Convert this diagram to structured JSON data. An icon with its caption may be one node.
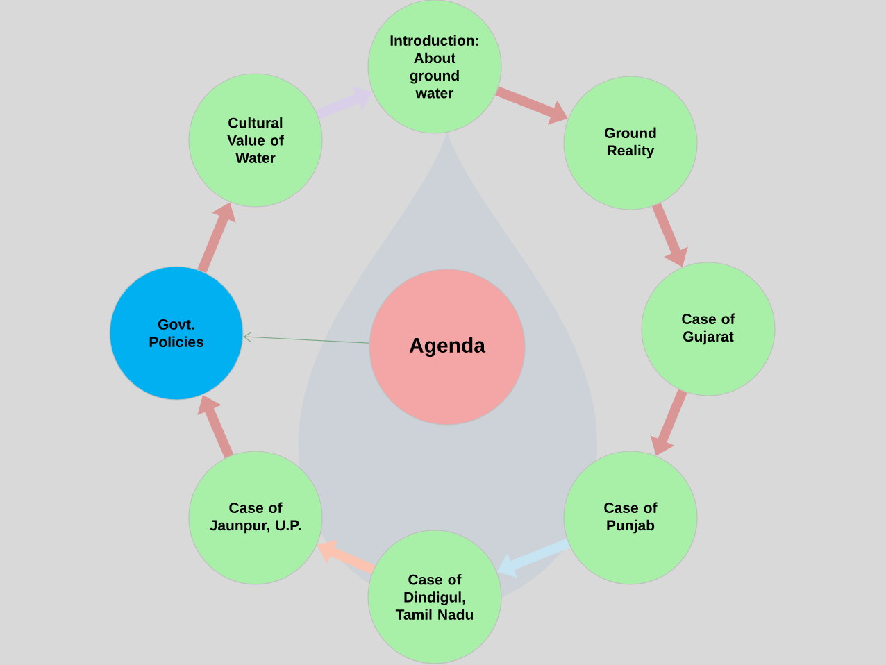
{
  "diagram": {
    "nodes": [
      {
        "text": [
          "Agenda"
        ]
      },
      {
        "text": [
          "Introduction: About ground water"
        ]
      },
      {
        "text": [
          "Ground Reality"
        ]
      },
      {
        "text": [
          "Case of Gujarat"
        ]
      },
      {
        "text": [
          "Case of Punjab"
        ]
      },
      {
        "text": [
          "Case of Dindigul, Tamil Nadu"
        ]
      },
      {
        "text": [
          "Case of Jaunpur, U.P."
        ]
      },
      {
        "text": [
          "Govt. Policies"
        ]
      },
      {
        "text": [
          "Cultural Value of Water"
        ]
      }
    ],
    "edges": [
      {
        "from": 1,
        "to": 2,
        "arrow": "to"
      },
      {
        "from": 2,
        "to": 3,
        "arrow": "to"
      },
      {
        "from": 3,
        "to": 4,
        "arrow": "to"
      },
      {
        "from": 4,
        "to": 5,
        "arrow": "to",
        "color": "#c6e4f2"
      },
      {
        "from": 5,
        "to": 6,
        "arrow": "to",
        "color": "#fac4b0"
      },
      {
        "from": 6,
        "to": 7,
        "arrow": "to"
      },
      {
        "from": 7,
        "to": 8,
        "arrow": "to"
      },
      {
        "from": 8,
        "to": 1,
        "arrow": "to",
        "color": "#d9cfe8"
      },
      {
        "from": 0,
        "to": 7,
        "arrow": "to",
        "color": "#7aa883"
      }
    ]
  }
}
